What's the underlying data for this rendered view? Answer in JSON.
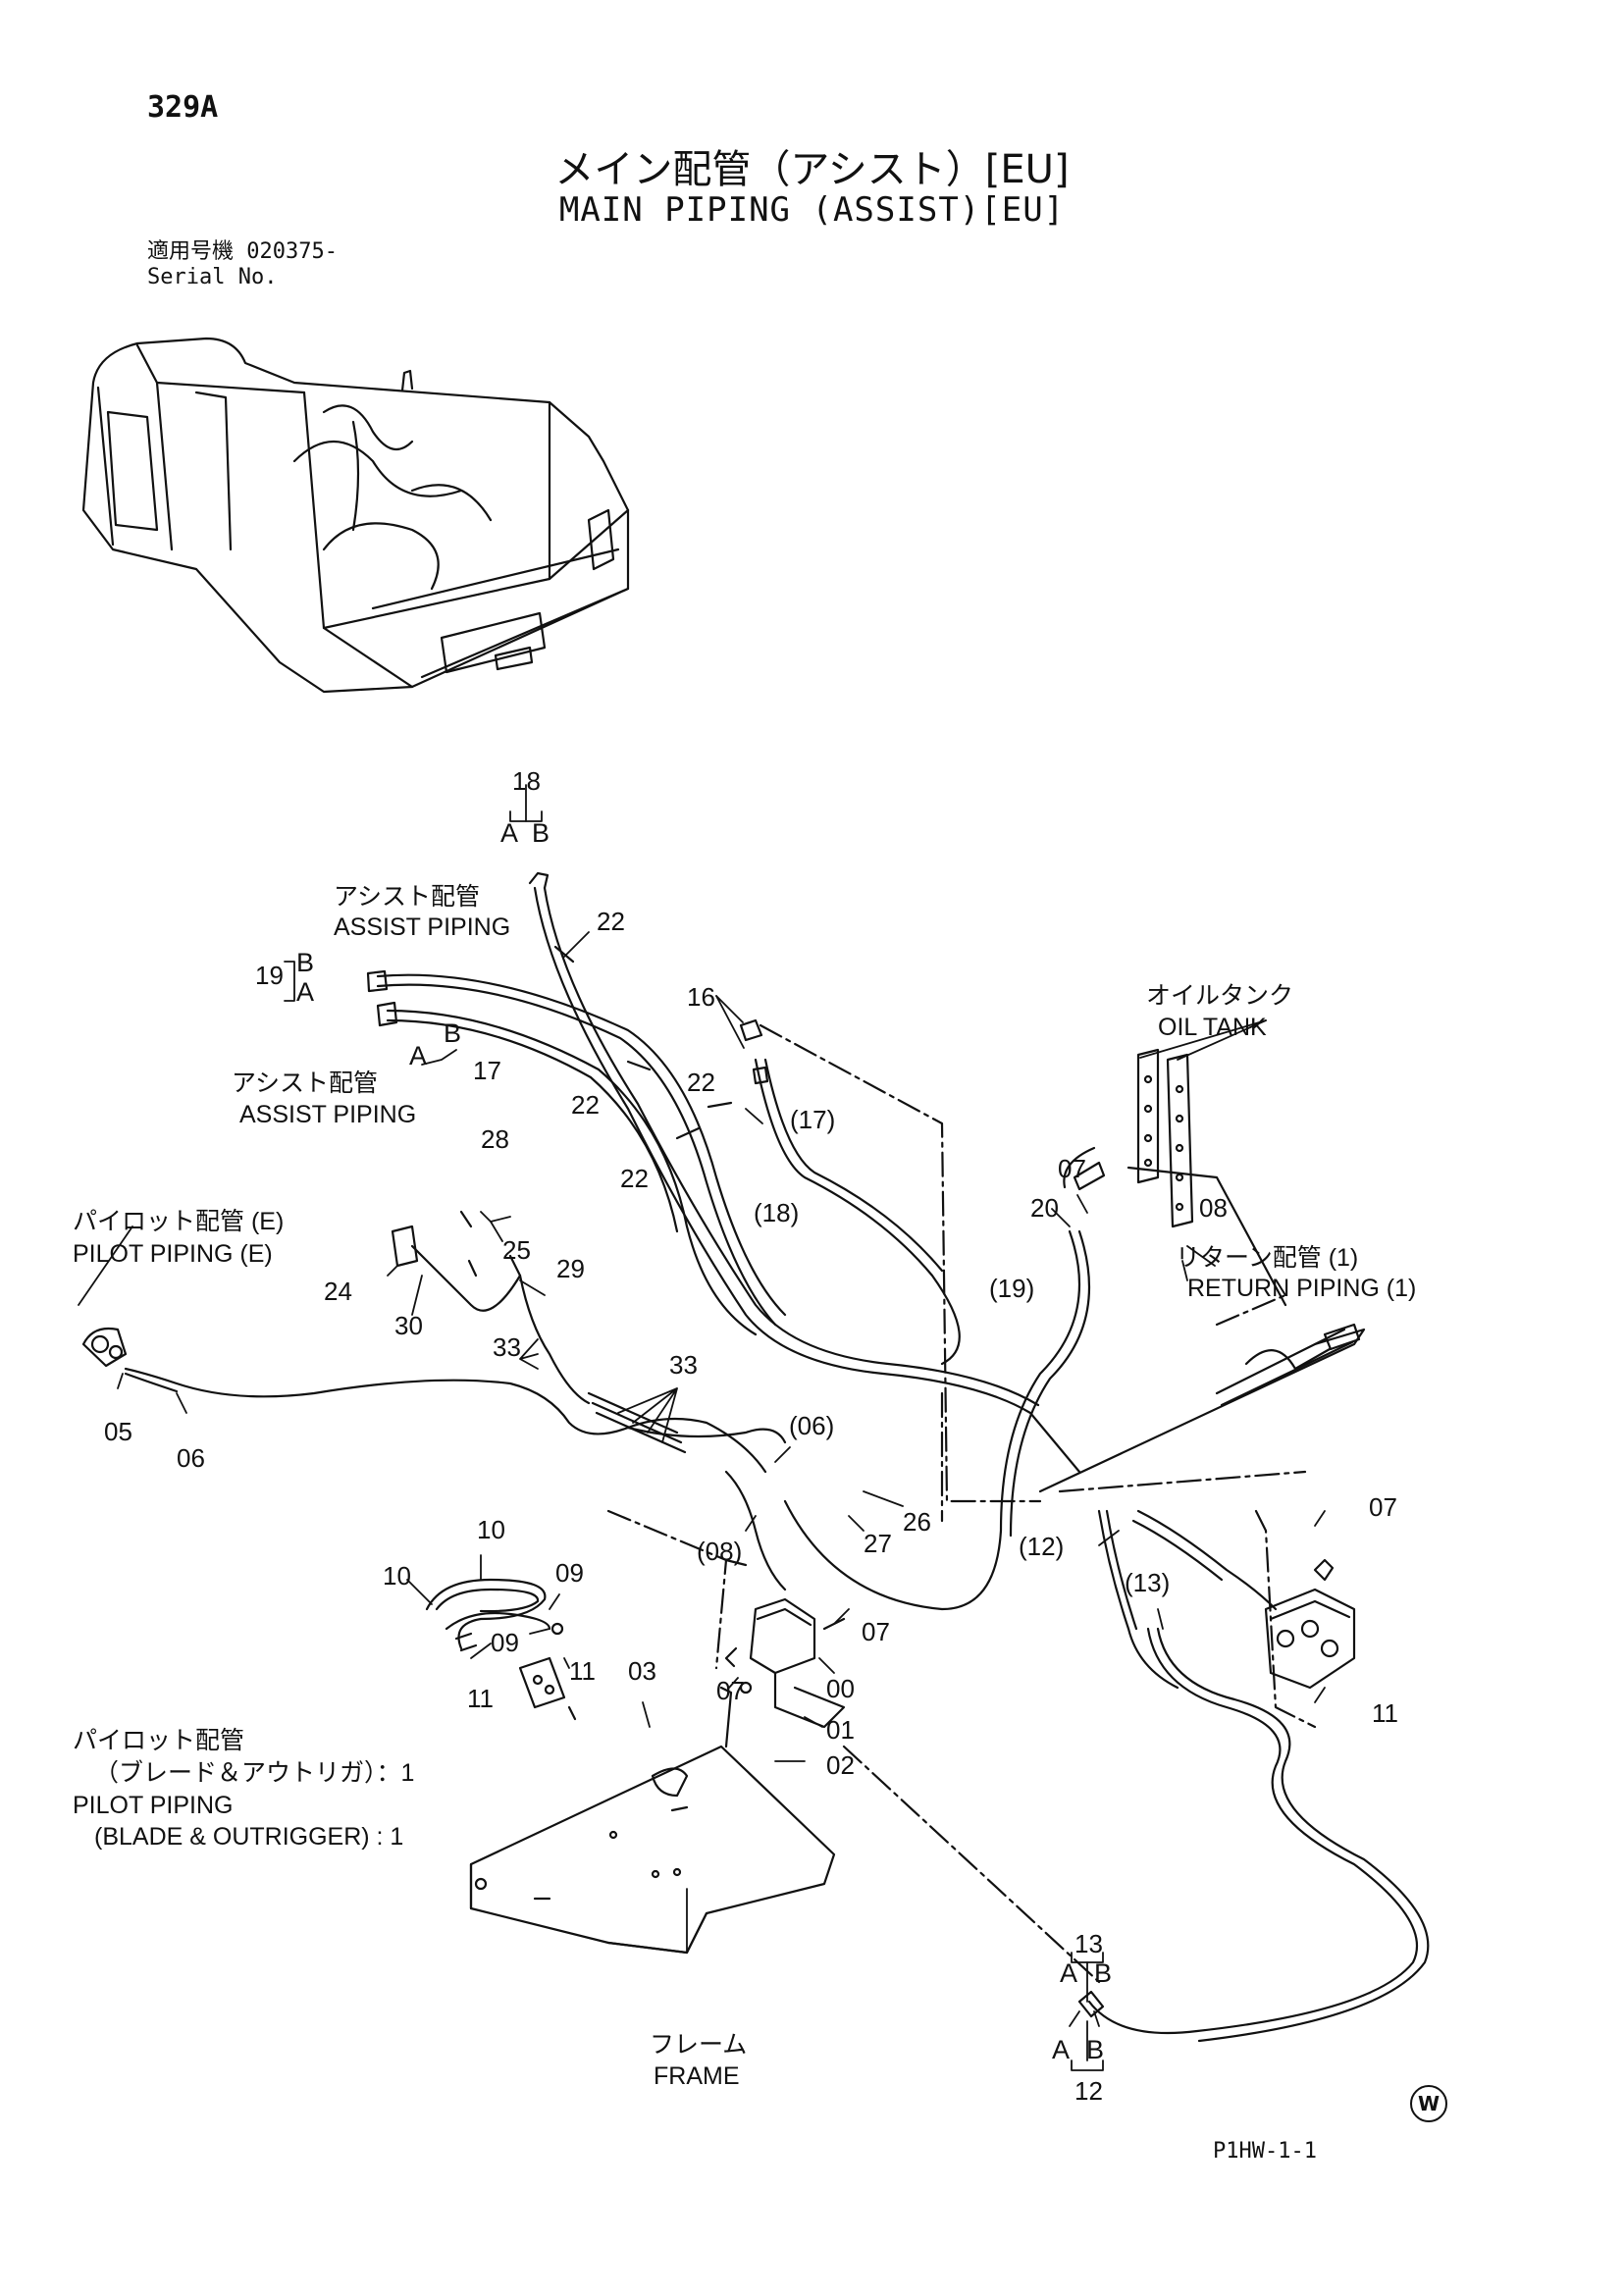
{
  "header": {
    "page_no": "329A",
    "title_jp": "メイン配管（アシスト）[EU]",
    "title_en": "MAIN PIPING (ASSIST)[EU]",
    "serial_jp": "適用号機  020375-",
    "serial_en": "Serial No."
  },
  "footer": {
    "code": "P1HW-1-1",
    "mark": "W"
  },
  "labels": {
    "assist_piping_jp": "アシスト配管",
    "assist_piping_en": "ASSIST PIPING",
    "oil_tank_jp": "オイルタンク",
    "oil_tank_en": "OIL TANK",
    "pilot_e_jp": "パイロット配管 (E)",
    "pilot_e_en": "PILOT PIPING (E)",
    "return_jp": "リターン配管 (1)",
    "return_en": "RETURN PIPING (1)",
    "pilot_blade_jp_1": "パイロット配管",
    "pilot_blade_jp_2": "（ブレード＆アウトリガ）：1",
    "pilot_blade_en_1": "PILOT PIPING",
    "pilot_blade_en_2": "(BLADE & OUTRIGGER) : 1",
    "frame_jp": "フレーム",
    "frame_en": "FRAME"
  },
  "callouts": {
    "p18": "18",
    "p19": "19",
    "p17": "17",
    "p16": "16",
    "p22": "22",
    "p17p": "(17)",
    "p18p": "(18)",
    "p19p": "(19)",
    "p20": "20",
    "p07": "07",
    "p08": "08",
    "p28": "28",
    "p25": "25",
    "p24": "24",
    "p30": "30",
    "p29": "29",
    "p33": "33",
    "p05": "05",
    "p06": "06",
    "p06p": "(06)",
    "p08p": "(08)",
    "p26": "26",
    "p27": "27",
    "p12p": "(12)",
    "p13p": "(13)",
    "p10": "10",
    "p09": "09",
    "p11": "11",
    "p03": "03",
    "p00": "00",
    "p01": "01",
    "p02": "02",
    "p13": "13",
    "p12": "12",
    "A": "A",
    "B": "B"
  }
}
